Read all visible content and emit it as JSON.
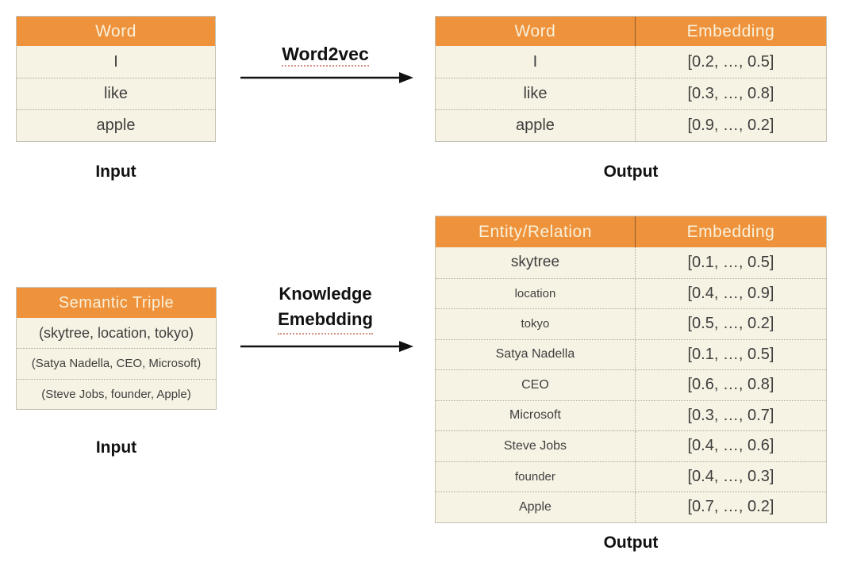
{
  "colors": {
    "header_bg": "#EF923C",
    "header_text": "#F8F1DB",
    "cell_bg": "#F7F3E4",
    "cell_text": "#3E3E3E",
    "label_text": "#111111",
    "arrow": "#111111"
  },
  "word2vec_section": {
    "input_table": {
      "header": "Word",
      "rows": [
        "I",
        "like",
        "apple"
      ]
    },
    "process_label": "Word2vec",
    "output_table": {
      "headers": [
        "Word",
        "Embedding"
      ],
      "rows": [
        {
          "key": "I",
          "value": "[0.2, …, 0.5]"
        },
        {
          "key": "like",
          "value": "[0.3, …, 0.8]"
        },
        {
          "key": "apple",
          "value": "[0.9, …, 0.2]"
        }
      ]
    },
    "input_label": "Input",
    "output_label": "Output"
  },
  "knowledge_section": {
    "input_table": {
      "header": "Semantic Triple",
      "rows": [
        "(skytree, location, tokyo)",
        "(Satya Nadella, CEO, Microsoft)",
        "(Steve Jobs, founder, Apple)"
      ]
    },
    "process_label_line1": "Knowledge",
    "process_label_line2": "Emebdding",
    "output_table": {
      "headers": [
        "Entity/Relation",
        "Embedding"
      ],
      "rows": [
        {
          "key": "skytree",
          "value": "[0.1, …, 0.5]"
        },
        {
          "key": "location",
          "value": "[0.4, …, 0.9]"
        },
        {
          "key": "tokyo",
          "value": "[0.5, …, 0.2]"
        },
        {
          "key": "Satya Nadella",
          "value": "[0.1, …, 0.5]"
        },
        {
          "key": "CEO",
          "value": "[0.6, …, 0.8]"
        },
        {
          "key": "Microsoft",
          "value": "[0.3, …, 0.7]"
        },
        {
          "key": "Steve Jobs",
          "value": "[0.4, …, 0.6]"
        },
        {
          "key": "founder",
          "value": "[0.4, …, 0.3]"
        },
        {
          "key": "Apple",
          "value": "[0.7, …, 0.2]"
        }
      ]
    },
    "input_label": "Input",
    "output_label": "Output"
  }
}
